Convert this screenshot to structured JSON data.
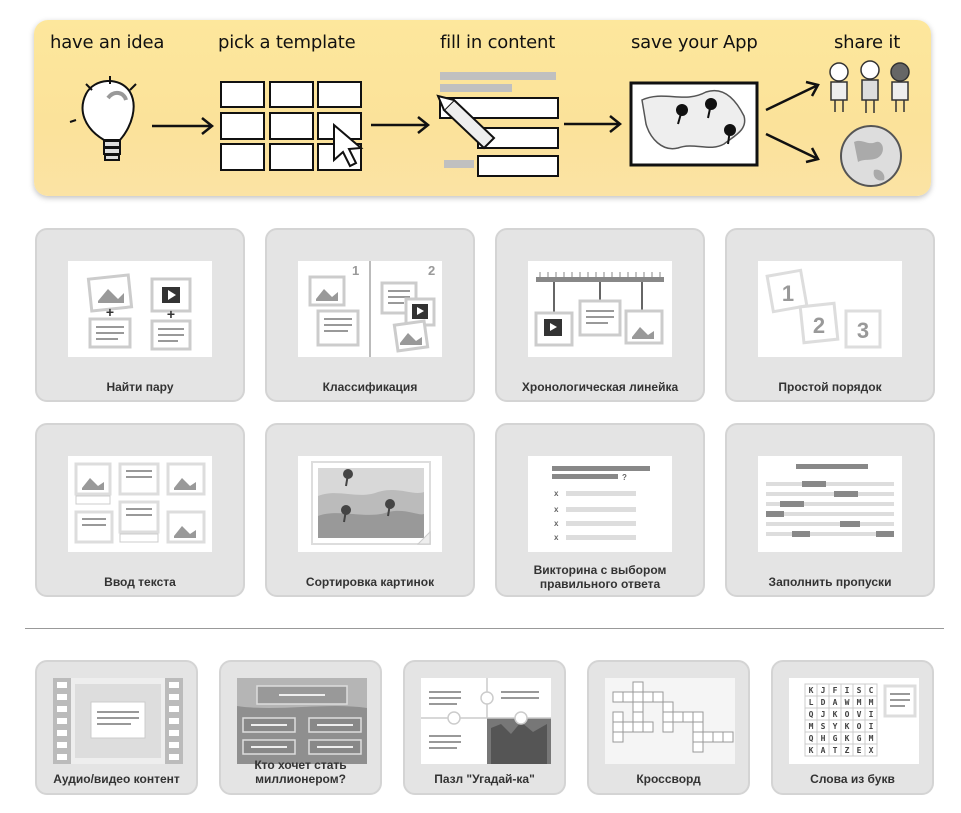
{
  "banner": {
    "steps": [
      {
        "label": "have an idea"
      },
      {
        "label": "pick a template"
      },
      {
        "label": "fill in content"
      },
      {
        "label": "save your App"
      },
      {
        "label": "share it"
      }
    ]
  },
  "templates": [
    {
      "label": "Найти пару"
    },
    {
      "label": "Классификация"
    },
    {
      "label": "Хронологическая линейка"
    },
    {
      "label": "Простой порядок"
    },
    {
      "label": "Ввод текста"
    },
    {
      "label": "Сортировка картинок"
    },
    {
      "label": "Викторина с выбором правильного ответа"
    },
    {
      "label": "Заполнить пропуски"
    }
  ],
  "extras": [
    {
      "label": "Аудио/видео контент"
    },
    {
      "label": "Кто хочет стать миллионером?"
    },
    {
      "label": "Пазл \"Угадай-ка\""
    },
    {
      "label": "Кроссворд"
    },
    {
      "label": "Слова из букв"
    }
  ],
  "thumb_text": {
    "classification_nums": [
      "1",
      "2"
    ],
    "order_nums": [
      "1",
      "2",
      "3"
    ],
    "word_grid": [
      [
        "K",
        "J",
        "F",
        "I",
        "S",
        "C"
      ],
      [
        "L",
        "D",
        "A",
        "W",
        "M",
        "M"
      ],
      [
        "Q",
        "J",
        "K",
        "O",
        "V",
        "I"
      ],
      [
        "M",
        "S",
        "Y",
        "K",
        "O",
        "I"
      ],
      [
        "Q",
        "H",
        "G",
        "K",
        "G",
        "M"
      ],
      [
        "K",
        "A",
        "T",
        "Z",
        "E",
        "X"
      ]
    ]
  },
  "colors": {
    "card_bg": "#e4e4e4",
    "card_border": "#d4d4d4",
    "banner_bg": "#fbe29a",
    "line_gray": "#9e9e9e"
  }
}
